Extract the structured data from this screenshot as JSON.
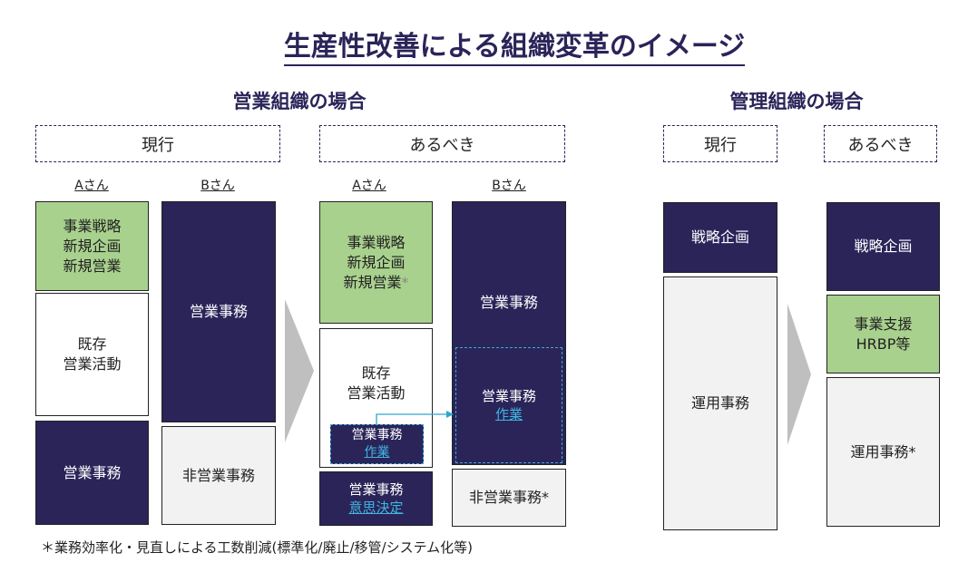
{
  "title": "生産性改善による組織変革のイメージ",
  "sales": {
    "heading": "営業組織の場合",
    "current": {
      "header": "現行",
      "a": {
        "label": "Aさん",
        "strategy": [
          "事業戦略",
          "新規企画",
          "新規営業"
        ],
        "existing": [
          "既存",
          "営業活動"
        ],
        "admin": "営業事務"
      },
      "b": {
        "label": "Bさん",
        "admin": "営業事務",
        "non_sales": "非営業事務"
      }
    },
    "ideal": {
      "header": "あるべき",
      "a": {
        "label": "Aさん",
        "strategy": [
          "事業戦略",
          "新規企画",
          "新規営業"
        ],
        "asterisk": "*",
        "existing": [
          "既存",
          "営業活動"
        ],
        "inner_admin": "営業事務",
        "inner_task": "作業",
        "admin": "営業事務",
        "decision": "意思決定"
      },
      "b": {
        "label": "Bさん",
        "admin": "営業事務",
        "inner_admin": "営業事務",
        "inner_task": "作業",
        "non_sales": "非営業事務*"
      }
    }
  },
  "management": {
    "heading": "管理組織の場合",
    "current": {
      "header": "現行",
      "strategy": "戦略企画",
      "operations": "運用事務"
    },
    "ideal": {
      "header": "あるべき",
      "strategy": "戦略企画",
      "support": [
        "事業支援",
        "HRBP等"
      ],
      "operations": "運用事務*"
    }
  },
  "footnote": "＊業務効率化・見直しによる工数削減(標準化/廃止/移管/システム化等)",
  "colors": {
    "navy": "#2a2459",
    "green": "#a9d18e",
    "gray": "#f2f2f2",
    "link": "#3fb6e0",
    "arrow": "#bfbfbf"
  }
}
